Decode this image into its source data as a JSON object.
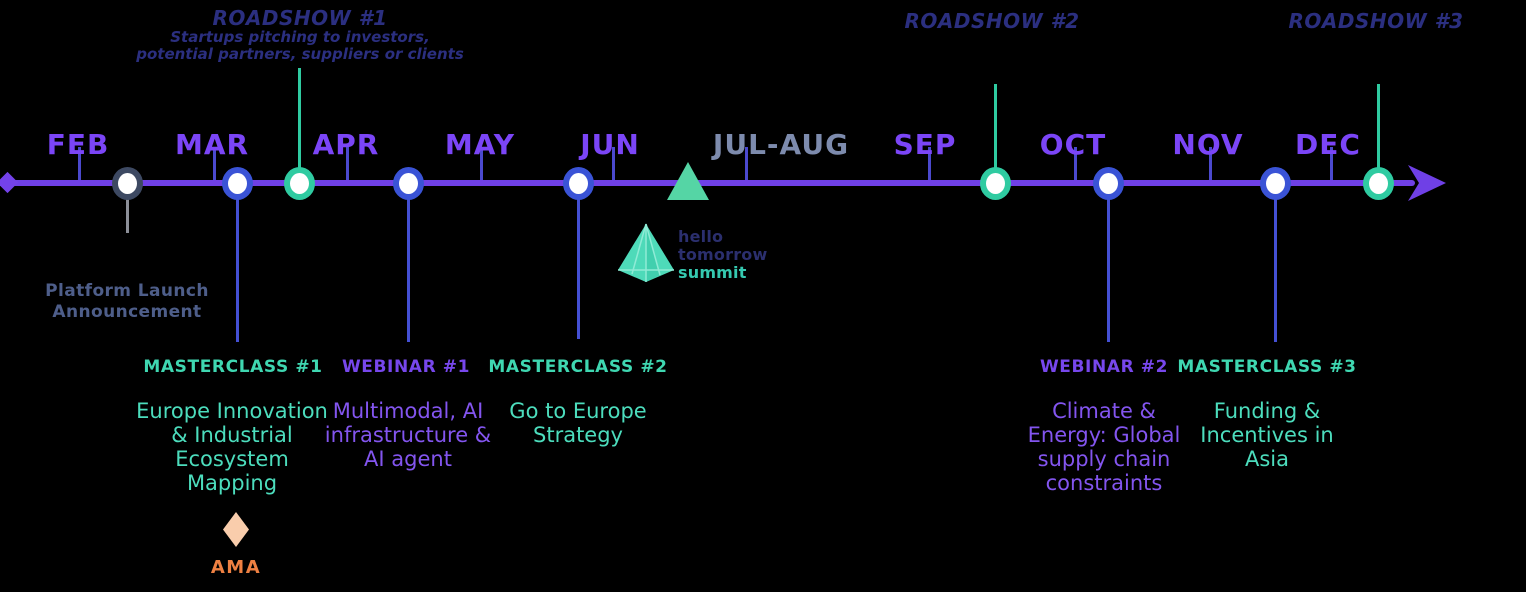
{
  "colors": {
    "background": "#000000",
    "timeline_purple": "#6F40E6",
    "month_purple": "#7B45F7",
    "month_muted_slate": "#7D8BAD",
    "tick_blue": "#4B49CE",
    "connector_blue": "#4450D4",
    "roadshow_navy": "#2B2F80",
    "teal_accent": "#2FCBA1",
    "blue_node_ring": "#3A53D6",
    "gray_node_ring": "#3D4962",
    "gray_connector": "#8C8F98",
    "heading_teal": "#3FD7B1",
    "body_teal": "#4CDDBD",
    "heading_purple": "#7747EC",
    "body_purple": "#8355EF",
    "slate_text": "#4E5E8A",
    "ama_orange": "#EE8042",
    "ama_diamond_peach": "#F9CDAC",
    "summit_triangle_teal": "#55D5A5",
    "logo_pyramid_teal": "#4EDAB9",
    "logo_navy": "#2B2F6E"
  },
  "months": {
    "feb": "FEB",
    "mar": "MAR",
    "apr": "APR",
    "may": "MAY",
    "jun": "JUN",
    "julaug": "JUL-AUG",
    "sep": "SEP",
    "oct": "OCT",
    "nov": "NOV",
    "dec": "DEC"
  },
  "roadshows": {
    "r1": {
      "title": "ROADSHOW #1",
      "subtitle1": "Startups pitching to investors,",
      "subtitle2": "potential partners, suppliers or clients"
    },
    "r2": {
      "title": "ROADSHOW #2"
    },
    "r3": {
      "title": "ROADSHOW #3"
    }
  },
  "platform_launch": {
    "line1": "Platform Launch",
    "line2": "Announcement"
  },
  "events": {
    "masterclass1": {
      "heading": "MASTERCLASS #1",
      "line1": "Europe Innovation",
      "line2": "& Industrial",
      "line3": "Ecosystem",
      "line4": "Mapping"
    },
    "webinar1": {
      "heading": "WEBINAR #1",
      "line1": "Multimodal, AI",
      "line2": "infrastructure &",
      "line3": "AI agent"
    },
    "masterclass2": {
      "heading": "MASTERCLASS #2",
      "line1": "Go to Europe",
      "line2": "Strategy"
    },
    "webinar2": {
      "heading": "WEBINAR #2",
      "line1": "Climate &",
      "line2": "Energy: Global",
      "line3": "supply chain",
      "line4": "constraints"
    },
    "masterclass3": {
      "heading": "MASTERCLASS #3",
      "line1": "Funding &",
      "line2": "Incentives in",
      "line3": "Asia"
    }
  },
  "summit_logo": {
    "line1": "hello",
    "line2": "tomorrow",
    "line3": "summit"
  },
  "ama": {
    "label": "AMA"
  },
  "icons": {
    "timeline_start": "diamond-icon",
    "timeline_end": "arrow-right-icon",
    "summit_marker": "triangle-icon",
    "summit_logo": "pyramid-icon",
    "ama_marker": "diamond-icon"
  }
}
